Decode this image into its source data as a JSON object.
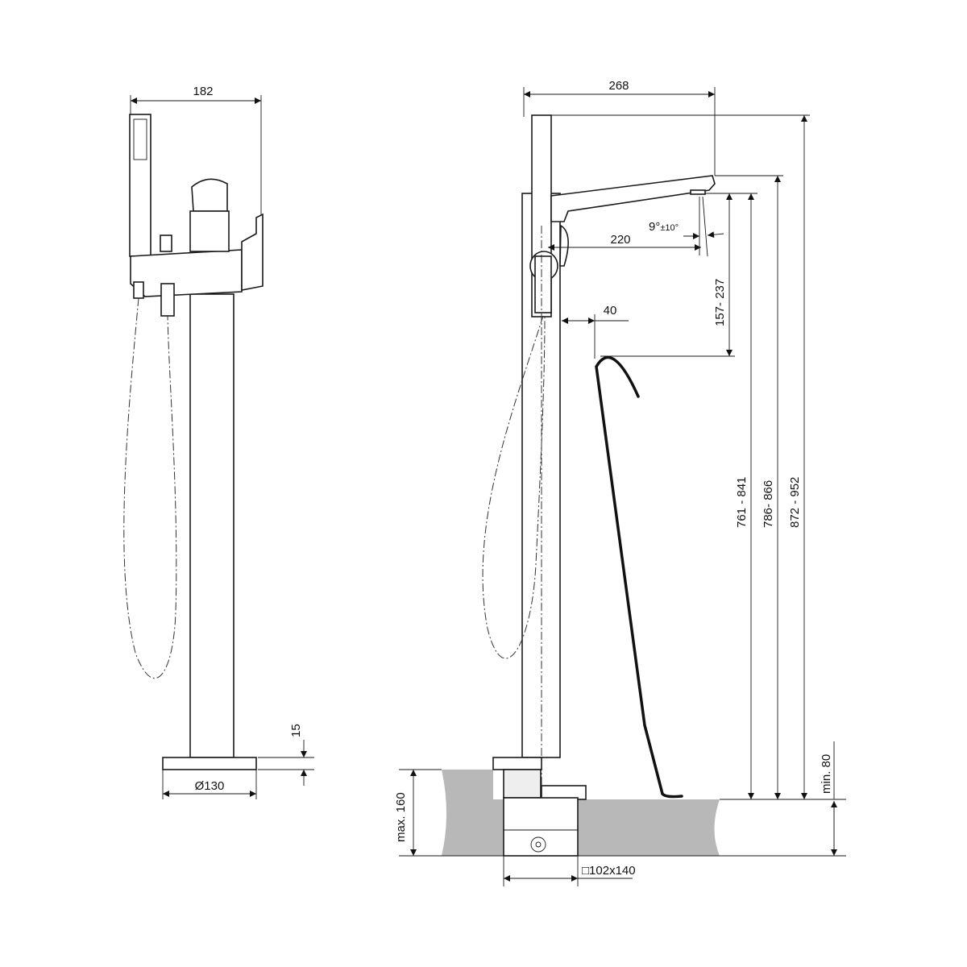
{
  "side_view": {
    "width_label": "182",
    "base_diameter_label": "Ø130",
    "base_height_label": "15"
  },
  "front_view": {
    "width_label": "268",
    "spout_reach_label": "220",
    "angle_label": "9°",
    "angle_tol_label": "±10°",
    "clearance_label": "40",
    "spout_above_rim_label": "157- 237",
    "height_1_label": "761 - 841",
    "height_2_label": "786- 866",
    "height_3_label": "872 - 952",
    "floor_min_label": "min. 80",
    "floor_max_label": "max. 160",
    "box_label": "□102x140"
  }
}
